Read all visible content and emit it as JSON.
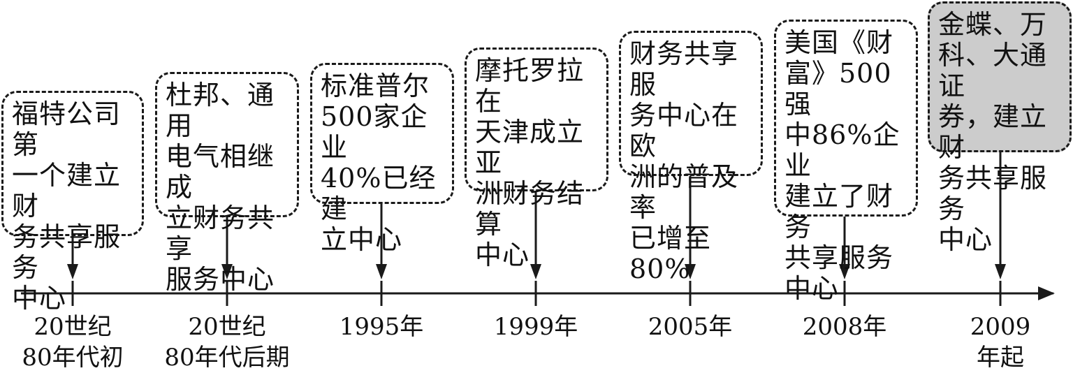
{
  "timeline": {
    "events": [
      {
        "label": "20世纪\n80年代初",
        "text": "福特公司第\n一个建立财\n务共享服务\n中心",
        "highlight": false
      },
      {
        "label": "20世纪\n80年代后期",
        "text": "杜邦、通用\n电气相继成\n立财务共享\n服务中心",
        "highlight": false
      },
      {
        "label": "1995年",
        "text": "标准普尔\n500家企业\n40%已经建\n立中心",
        "highlight": false
      },
      {
        "label": "1999年",
        "text": "摩托罗拉在\n天津成立亚\n洲财务结算\n中心",
        "highlight": false
      },
      {
        "label": "2005年",
        "text": "财务共享服\n务中心在欧\n洲的普及率\n已增至80%",
        "highlight": false
      },
      {
        "label": "2008年",
        "text": "美国《财\n富》500强\n中86%企业\n建立了财务\n共享服务\n中心",
        "highlight": false
      },
      {
        "label": "2009年起",
        "text": "金蝶、万\n科、大通证\n券，建立财\n务共享服务\n中心",
        "highlight": true
      }
    ]
  }
}
